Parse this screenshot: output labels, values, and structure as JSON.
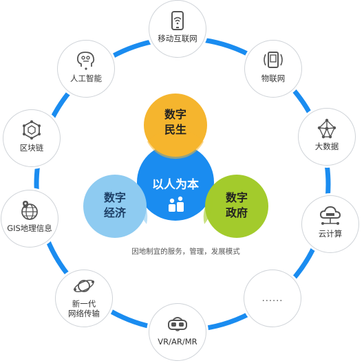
{
  "center": {
    "title": "以人为本",
    "caption": "因地制宜的服务，管理，发展模式",
    "circles": {
      "top": {
        "line1": "数字",
        "line2": "民生"
      },
      "left": {
        "line1": "数字",
        "line2": "经济"
      },
      "right": {
        "line1": "数字",
        "line2": "政府"
      }
    }
  },
  "nodes": {
    "mobile_internet": "移动互联网",
    "iot": "物联网",
    "big_data": "大数据",
    "cloud": "云计算",
    "more": "......",
    "vr": "VR/AR/MR",
    "network_line1": "新一代",
    "network_line2": "网络传输",
    "gis": "GIS地理信息",
    "blockchain": "区块链",
    "ai": "人工智能"
  },
  "colors": {
    "ring": "#1a8cf0",
    "core": "#1a8cf0",
    "top_circle": "#f5b52e",
    "left_circle": "#8ecbf1",
    "right_circle": "#a3cb2c",
    "node_border": "#cfd3d8",
    "icon": "#555555"
  },
  "icons": {
    "mobile_internet": "phone-wifi-icon",
    "iot": "chip-device-icon",
    "big_data": "network-graph-icon",
    "cloud": "cloud-server-icon",
    "vr": "vr-headset-icon",
    "network": "orbit-globe-icon",
    "gis": "globe-pin-icon",
    "blockchain": "hexagon-chain-icon",
    "ai": "robot-head-icon",
    "people": "people-icon"
  }
}
